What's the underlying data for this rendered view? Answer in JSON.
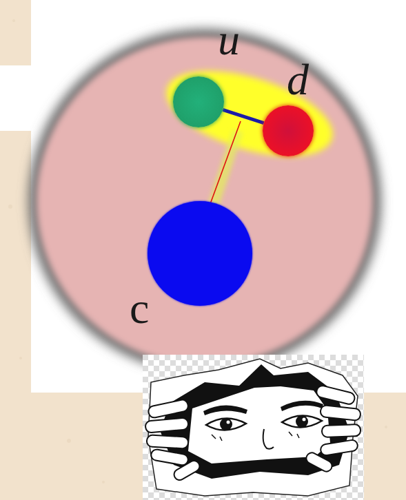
{
  "diagram": {
    "nodes": [
      {
        "text": [
          "u"
        ]
      },
      {
        "text": [
          "d"
        ]
      },
      {
        "text": [
          "c"
        ]
      }
    ],
    "edges": [
      {
        "from": 0,
        "to": 1,
        "arrow": "none"
      }
    ]
  }
}
